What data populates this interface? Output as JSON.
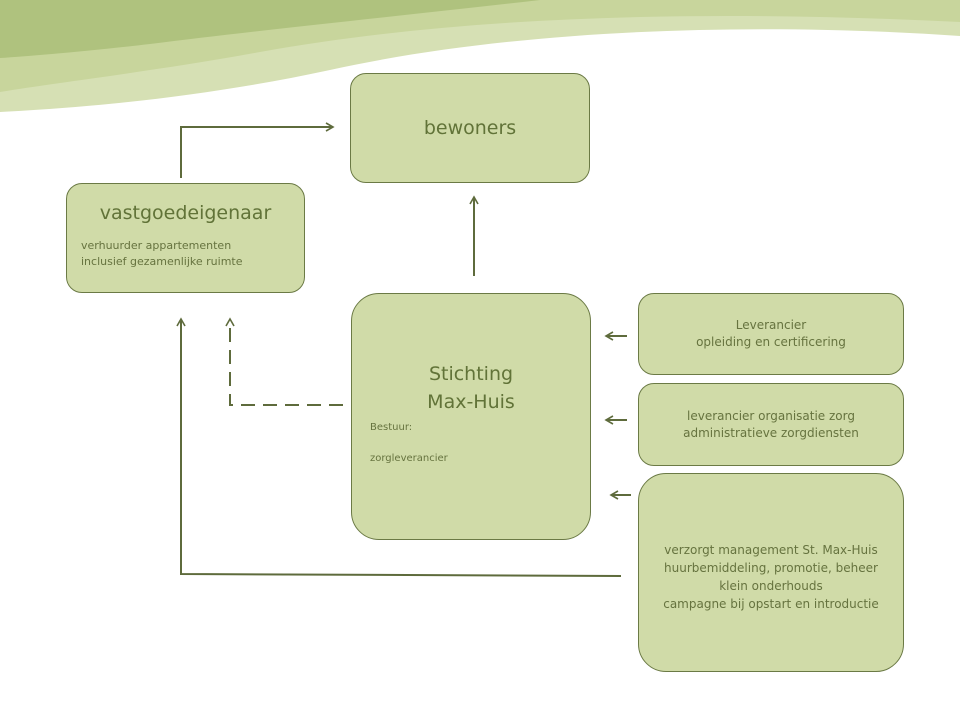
{
  "colors": {
    "box_fill": "#d0dba8",
    "box_border": "#6b7a45",
    "connector": "#5e6b3c",
    "text": "#617338",
    "wave_dark": "#afc27e",
    "wave_light": "#c8d59c"
  },
  "nodes": {
    "bewoners": {
      "title": "bewoners"
    },
    "vastgoedeigenaar": {
      "title": "vastgoedeigenaar",
      "lines": [
        "verhuurder appartementen",
        "inclusief gezamenlijke ruimte"
      ]
    },
    "stichting": {
      "title_lines": [
        "Stichting",
        "Max-Huis"
      ],
      "bestuur_label": "Bestuur:",
      "bestuur_value": "zorgleverancier"
    },
    "leverancier_opleiding": {
      "lines": [
        "Leverancier",
        "opleiding en certificering"
      ]
    },
    "leverancier_zorg": {
      "lines": [
        "leverancier organisatie zorg",
        "administratieve zorgdiensten"
      ]
    },
    "management": {
      "lines": [
        "verzorgt management St. Max-Huis",
        "huurbemiddeling, promotie, beheer",
        "klein onderhouds",
        "campagne bij opstart en introductie"
      ]
    }
  },
  "edges": [
    {
      "from": "vastgoedeigenaar",
      "to": "bewoners",
      "style": "solid"
    },
    {
      "from": "stichting",
      "to": "bewoners",
      "style": "solid"
    },
    {
      "from": "stichting",
      "to": "vastgoedeigenaar",
      "style": "dashed"
    },
    {
      "from": "management",
      "to": "vastgoedeigenaar",
      "style": "solid"
    },
    {
      "from": "leverancier_opleiding",
      "to": "stichting",
      "style": "solid"
    },
    {
      "from": "leverancier_zorg",
      "to": "stichting",
      "style": "solid"
    },
    {
      "from": "management",
      "to": "stichting",
      "style": "solid"
    }
  ]
}
